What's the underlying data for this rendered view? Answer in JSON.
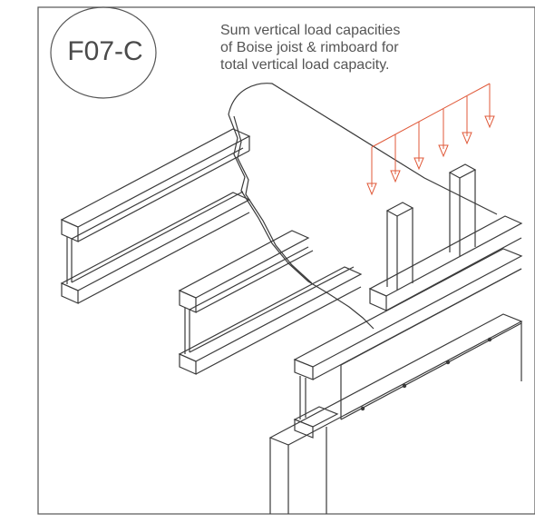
{
  "detail": {
    "id": "F07-C"
  },
  "note": {
    "lines": [
      "Sum vertical load capacities",
      "of Boise joist & rimboard for",
      "total vertical load capacity."
    ]
  },
  "colors": {
    "line": "#3a3a3a",
    "load_arrows": "#e05a3a",
    "frame": "#555555"
  }
}
